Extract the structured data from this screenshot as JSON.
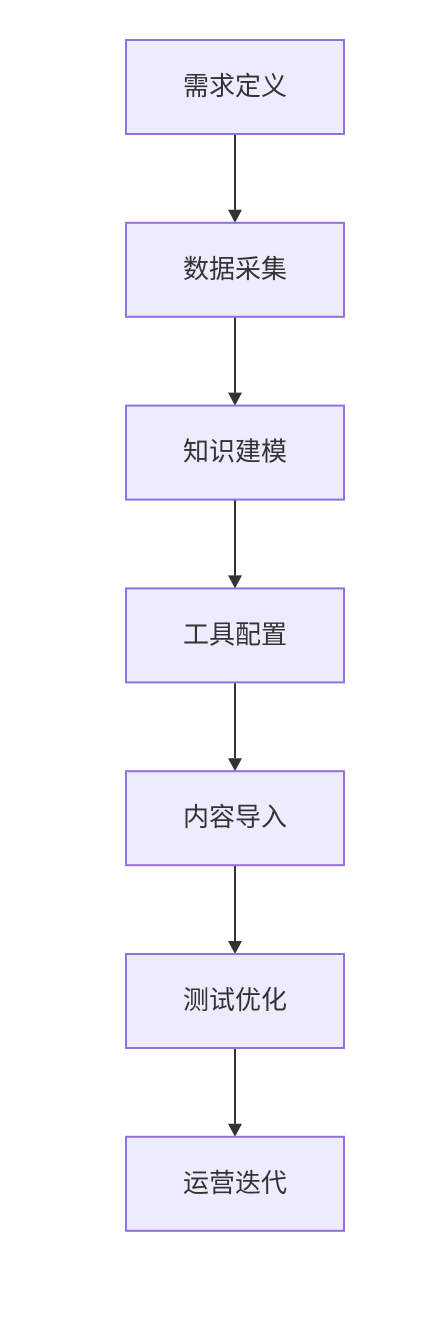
{
  "diagram": {
    "type": "flowchart",
    "direction": "top-to-bottom",
    "colors": {
      "node_fill": "#ececff",
      "node_border": "#9370db",
      "edge": "#333333",
      "text": "#333333"
    },
    "nodes": [
      {
        "id": "n1",
        "label": "需求定义"
      },
      {
        "id": "n2",
        "label": "数据采集"
      },
      {
        "id": "n3",
        "label": "知识建模"
      },
      {
        "id": "n4",
        "label": "工具配置"
      },
      {
        "id": "n5",
        "label": "内容导入"
      },
      {
        "id": "n6",
        "label": "测试优化"
      },
      {
        "id": "n7",
        "label": "运营迭代"
      }
    ],
    "edges": [
      {
        "from": "n1",
        "to": "n2"
      },
      {
        "from": "n2",
        "to": "n3"
      },
      {
        "from": "n3",
        "to": "n4"
      },
      {
        "from": "n4",
        "to": "n5"
      },
      {
        "from": "n5",
        "to": "n6"
      },
      {
        "from": "n6",
        "to": "n7"
      }
    ]
  }
}
